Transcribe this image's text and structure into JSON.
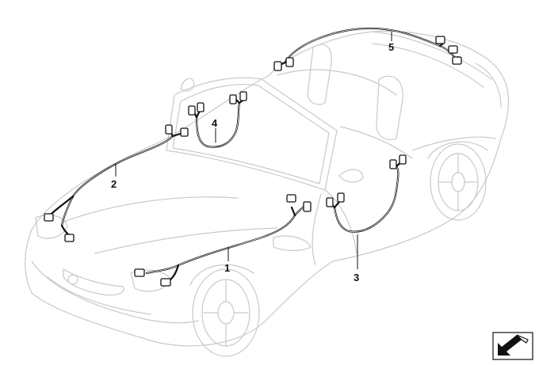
{
  "callouts": [
    {
      "id": "1",
      "label": "1"
    },
    {
      "id": "2",
      "label": "2"
    },
    {
      "id": "3",
      "label": "3"
    },
    {
      "id": "4",
      "label": "4"
    },
    {
      "id": "5",
      "label": "5"
    }
  ],
  "colors": {
    "car_outline": "#c9c9c9",
    "harness": "#111111",
    "background": "#ffffff"
  },
  "icons": {
    "corner_badge": "diagonal-arrow-icon"
  }
}
